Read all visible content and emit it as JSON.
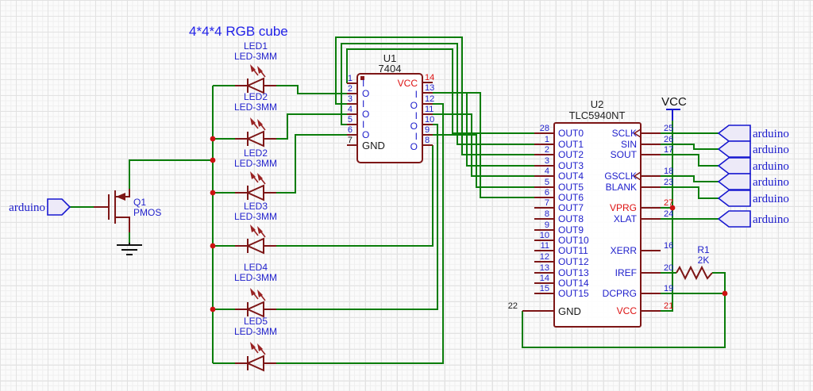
{
  "title": "4*4*4 RGB cube",
  "colors": {
    "wire_green": "#0a7d0a",
    "component_dark_red": "#7d1616",
    "pin_text_blue": "#1d1dcb",
    "net_text_red": "#dd1111",
    "port_fill": "#edeaf8",
    "port_stroke": "#1717cf",
    "junction_red": "#cc1111",
    "title_blue": "#2121e8",
    "text_black": "#1a1a1a"
  },
  "leds": [
    {
      "ref": "LED1",
      "part": "LED-3MM"
    },
    {
      "ref": "LED2",
      "part": "LED-3MM"
    },
    {
      "ref": "LED2",
      "part": "LED-3MM"
    },
    {
      "ref": "LED3",
      "part": "LED-3MM"
    },
    {
      "ref": "LED4",
      "part": "LED-3MM"
    },
    {
      "ref": "LED5",
      "part": "LED-3MM"
    }
  ],
  "transistor": {
    "ref": "Q1",
    "part": "PMOS"
  },
  "resistor": {
    "ref": "R1",
    "value": "2K"
  },
  "power": {
    "vcc": "VCC"
  },
  "port_left": {
    "label": "arduino"
  },
  "ports_right": [
    {
      "label": "arduino"
    },
    {
      "label": "arduino"
    },
    {
      "label": "arduino"
    },
    {
      "label": "arduino"
    },
    {
      "label": "arduino"
    },
    {
      "label": "arduino"
    }
  ],
  "u1": {
    "ref": "U1",
    "part": "7404",
    "left_pins": [
      {
        "n": "1",
        "l": "I"
      },
      {
        "n": "2",
        "l": "O"
      },
      {
        "n": "3",
        "l": "I"
      },
      {
        "n": "4",
        "l": "O"
      },
      {
        "n": "5",
        "l": "I"
      },
      {
        "n": "6",
        "l": "O"
      },
      {
        "n": "7",
        "l": "GND"
      }
    ],
    "right_pins": [
      {
        "n": "14",
        "l": "VCC"
      },
      {
        "n": "13",
        "l": "I"
      },
      {
        "n": "12",
        "l": "O"
      },
      {
        "n": "11",
        "l": "I"
      },
      {
        "n": "10",
        "l": "O"
      },
      {
        "n": "9",
        "l": "I"
      },
      {
        "n": "8",
        "l": "O"
      }
    ]
  },
  "u2": {
    "ref": "U2",
    "part": "TLC5940NT",
    "left_pins": [
      {
        "n": "28",
        "l": "OUT0"
      },
      {
        "n": "1",
        "l": "OUT1"
      },
      {
        "n": "2",
        "l": "OUT2"
      },
      {
        "n": "3",
        "l": "OUT3"
      },
      {
        "n": "4",
        "l": "OUT4"
      },
      {
        "n": "5",
        "l": "OUT5"
      },
      {
        "n": "6",
        "l": "OUT6"
      },
      {
        "n": "7",
        "l": "OUT7"
      },
      {
        "n": "8",
        "l": "OUT8"
      },
      {
        "n": "9",
        "l": "OUT9"
      },
      {
        "n": "10",
        "l": "OUT10"
      },
      {
        "n": "11",
        "l": "OUT11"
      },
      {
        "n": "12",
        "l": "OUT12"
      },
      {
        "n": "13",
        "l": "OUT13"
      },
      {
        "n": "14",
        "l": "OUT14"
      },
      {
        "n": "15",
        "l": "OUT15"
      },
      {
        "n": "22",
        "l": "GND"
      }
    ],
    "right_pins": [
      {
        "n": "25",
        "l": "SCLK"
      },
      {
        "n": "26",
        "l": "SIN"
      },
      {
        "n": "17",
        "l": "SOUT"
      },
      {
        "n": "18",
        "l": "GSCLK"
      },
      {
        "n": "23",
        "l": "BLANK"
      },
      {
        "n": "27",
        "l": "VPRG"
      },
      {
        "n": "24",
        "l": "XLAT"
      },
      {
        "n": "16",
        "l": "XERR"
      },
      {
        "n": "20",
        "l": "IREF"
      },
      {
        "n": "19",
        "l": "DCPRG"
      },
      {
        "n": "21",
        "l": "VCC"
      }
    ]
  }
}
